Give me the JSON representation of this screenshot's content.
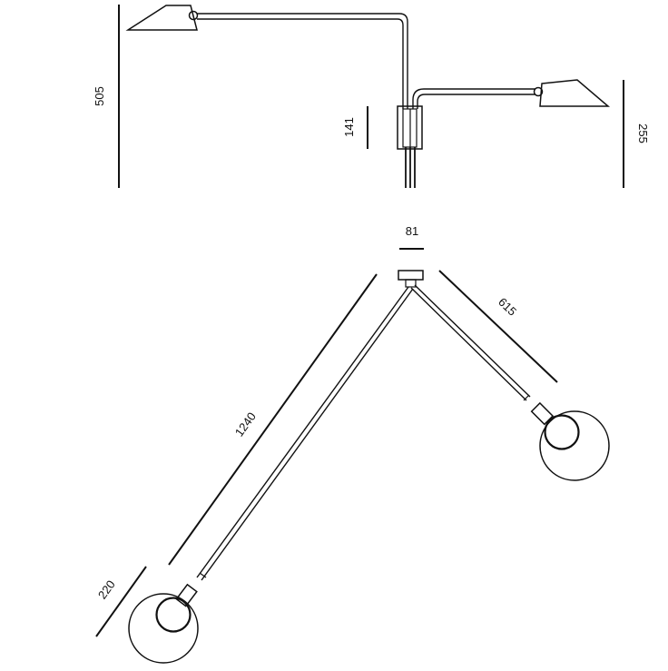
{
  "dimensions": {
    "height_left_arm": "505",
    "mount_height": "141",
    "height_right_arm": "255",
    "mount_width": "81",
    "long_arm_length": "1240",
    "short_arm_length": "615",
    "shade_diameter": "220"
  },
  "colors": {
    "line": "#111111",
    "background": "#ffffff"
  }
}
